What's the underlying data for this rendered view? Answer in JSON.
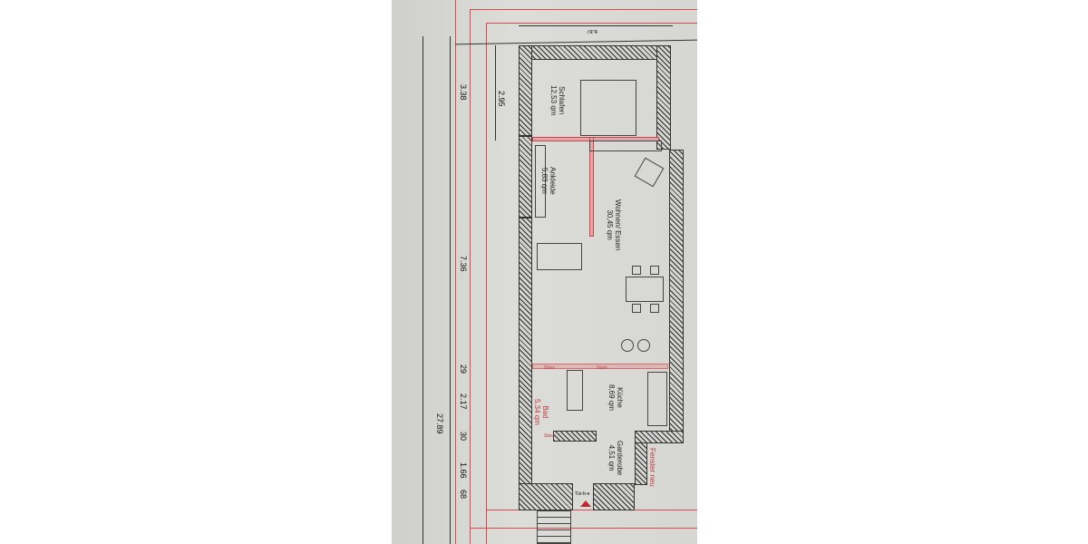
{
  "rooms": {
    "schlafen": {
      "name": "Schlafen",
      "area": "12,53 qm"
    },
    "ankleide": {
      "name": "Ankleide",
      "area": "5,83 qm"
    },
    "wohnen": {
      "name": "Wohnen/ Essen",
      "area": "30,45 qm"
    },
    "kueche": {
      "name": "Küche",
      "area": "8,69 qm"
    },
    "bad": {
      "name": "Bad",
      "area": "5,34 qm"
    },
    "garderobe": {
      "name": "Garderobe",
      "area": "4,51 qm"
    }
  },
  "annotations": {
    "fenster": "Fenster neu",
    "sturz": "Sturz",
    "tuer": "Tür-b-e"
  },
  "dimensions": {
    "top": "6.87",
    "d1": "3.38",
    "d2": "2.95",
    "d3": "7.36",
    "d4": "29",
    "d5": "2.17",
    "d6": "30",
    "d7": "1.66",
    "d8": "68",
    "total": "27.89"
  },
  "colors": {
    "plan_red": "#d9494f",
    "paper": "#d8d8d4"
  }
}
